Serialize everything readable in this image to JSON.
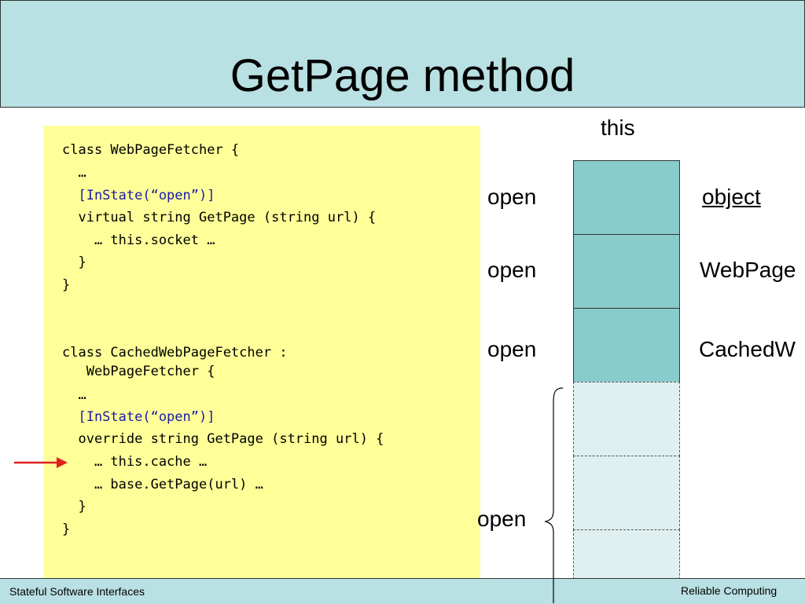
{
  "slide": {
    "title": "GetPage method",
    "code": {
      "lines": [
        {
          "text": "class WebPageFetcher {",
          "type": "plain"
        },
        {
          "text": "  …",
          "type": "plain"
        },
        {
          "text": "  [InState(“open”)]",
          "type": "attr"
        },
        {
          "text": "  virtual string GetPage (string url) {",
          "type": "plain"
        },
        {
          "text": "    … this.socket …",
          "type": "plain"
        },
        {
          "text": "  }",
          "type": "plain"
        },
        {
          "text": "}",
          "type": "plain"
        },
        {
          "text": "class CachedWebPageFetcher :",
          "type": "plain"
        },
        {
          "text": "   WebPageFetcher {",
          "type": "plain"
        },
        {
          "text": "  …",
          "type": "plain"
        },
        {
          "text": "  [InState(“open”)]",
          "type": "attr"
        },
        {
          "text": "  override string GetPage (string url) {",
          "type": "plain"
        },
        {
          "text": "    … this.cache …",
          "type": "plain"
        },
        {
          "text": "    … base.GetPage(url) …",
          "type": "plain"
        },
        {
          "text": "  }",
          "type": "plain"
        },
        {
          "text": "}",
          "type": "plain"
        }
      ]
    },
    "diagram": {
      "this_label": "this",
      "state_labels": [
        "open",
        "open",
        "open"
      ],
      "class_labels": [
        "object",
        "WebPage",
        "CachedW"
      ],
      "brace_label": "open"
    },
    "footer": {
      "left": "Stateful Software Interfaces",
      "right": "Reliable Computing"
    },
    "colors": {
      "title_band": "#b9e0e3",
      "code_background": "#ffff99",
      "cell_solid": "#88cccc",
      "cell_light": "#dff0f0",
      "arrow": "#e02020",
      "attribute_text": "#1a1aa6"
    }
  }
}
